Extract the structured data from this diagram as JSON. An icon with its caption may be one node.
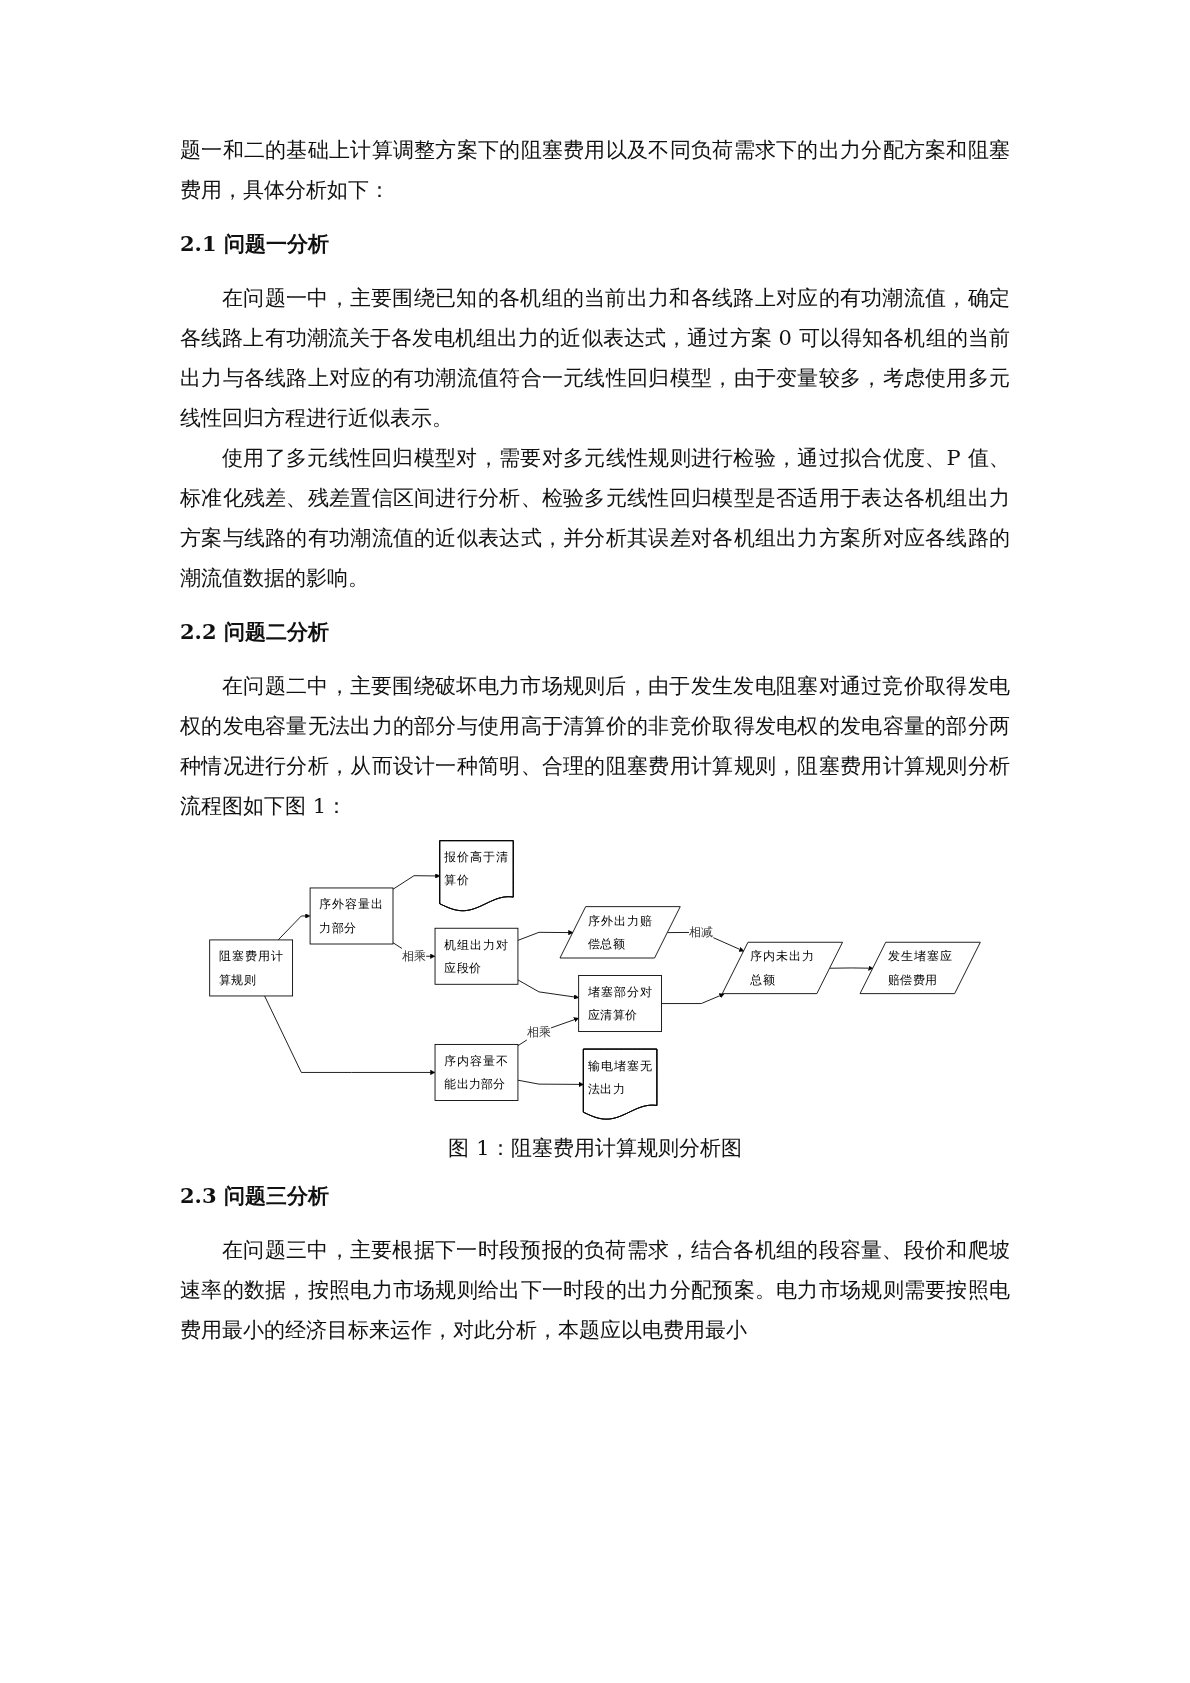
{
  "diagram": {
    "caption": "图 1：阻塞费用计算规则分析图",
    "nodes": [
      {
        "text": [
          "阻塞费用计算规则"
        ]
      },
      {
        "text": [
          "报价高于清算价"
        ]
      },
      {
        "text": [
          "序外容量出力部分"
        ]
      },
      {
        "text": [
          "机组出力对应段价"
        ]
      },
      {
        "text": [
          "序外出力赔偿总额"
        ]
      },
      {
        "text": [
          "序内容量不能出力部分"
        ]
      },
      {
        "text": [
          "堵塞部分对应清算价"
        ]
      },
      {
        "text": [
          "序内未出力总额"
        ]
      },
      {
        "text": [
          "输电堵塞无法出力"
        ]
      },
      {
        "text": [
          "发生堵塞应赔偿费用"
        ]
      }
    ],
    "edges": [
      {
        "from": 0,
        "to": 2,
        "arrow": "to"
      },
      {
        "from": 0,
        "to": 5,
        "arrow": "to"
      },
      {
        "from": 2,
        "to": 1,
        "arrow": "to"
      },
      {
        "from": 2,
        "to": 3,
        "label": "相乘",
        "arrow": "to"
      },
      {
        "from": 3,
        "to": 4,
        "arrow": "to"
      },
      {
        "from": 3,
        "to": 6,
        "arrow": "to"
      },
      {
        "from": 4,
        "to": 7,
        "label": "相减",
        "arrow": "to"
      },
      {
        "from": 5,
        "to": 6,
        "label": "相乘",
        "arrow": "to"
      },
      {
        "from": 6,
        "to": 7,
        "arrow": "to"
      },
      {
        "from": 5,
        "to": 8,
        "arrow": "to"
      },
      {
        "from": 7,
        "to": 9,
        "arrow": "to"
      }
    ],
    "labels": [
      "题一和二的基础上计算调整方案下的阻塞费用以及不同负荷需求下的出力分配方案和阻塞费用，具体分析如下：",
      "2.1 问题一分析",
      "在问题一中，主要围绕已知的各机组的当前出力和各线路上对应的有功潮流值，确定各线路上有功潮流关于各发电机组出力的近似表达式，通过方案 0 可以得知各机组的当前出力与各线路上对应的有功潮流值符合一元线性回归模型，由于变量较多，考虑使用多元线性回归方程进行近似表示。",
      "使用了多元线性回归模型对，需要对多元线性规则进行检验，通过拟合优度、P 值、标准化残差、残差置信区间进行分析、检验多元线性回归模型是否适用于表达各机组出力方案与线路的有功潮流值的近似表达式，并分析其误差对各机组出力方案所对应各线路的潮流值数据的影响。",
      "2.2 问题二分析",
      "在问题二中，主要围绕破坏电力市场规则后，由于发生发电阻塞对通过竞价取得发电权的发电容量无法出力的部分与使用高于清算价的非竞价取得发电权的发电容量的部分两种情况进行分析，从而设计一种简明、合理的阻塞费用计算规则，阻塞费用计算规则分析流程图如下图 1：",
      "2.3 问题三分析",
      "在问题三中，主要根据下一时段预报的负荷需求，结合各机组的段容量、段价和爬坡速率的数据，按照电力市场规则给出下一时段的出力分配预案。电力市场规则需要按照电费用最小的经济目标来运作，对此分析，本题应以电费用最小"
    ]
  }
}
